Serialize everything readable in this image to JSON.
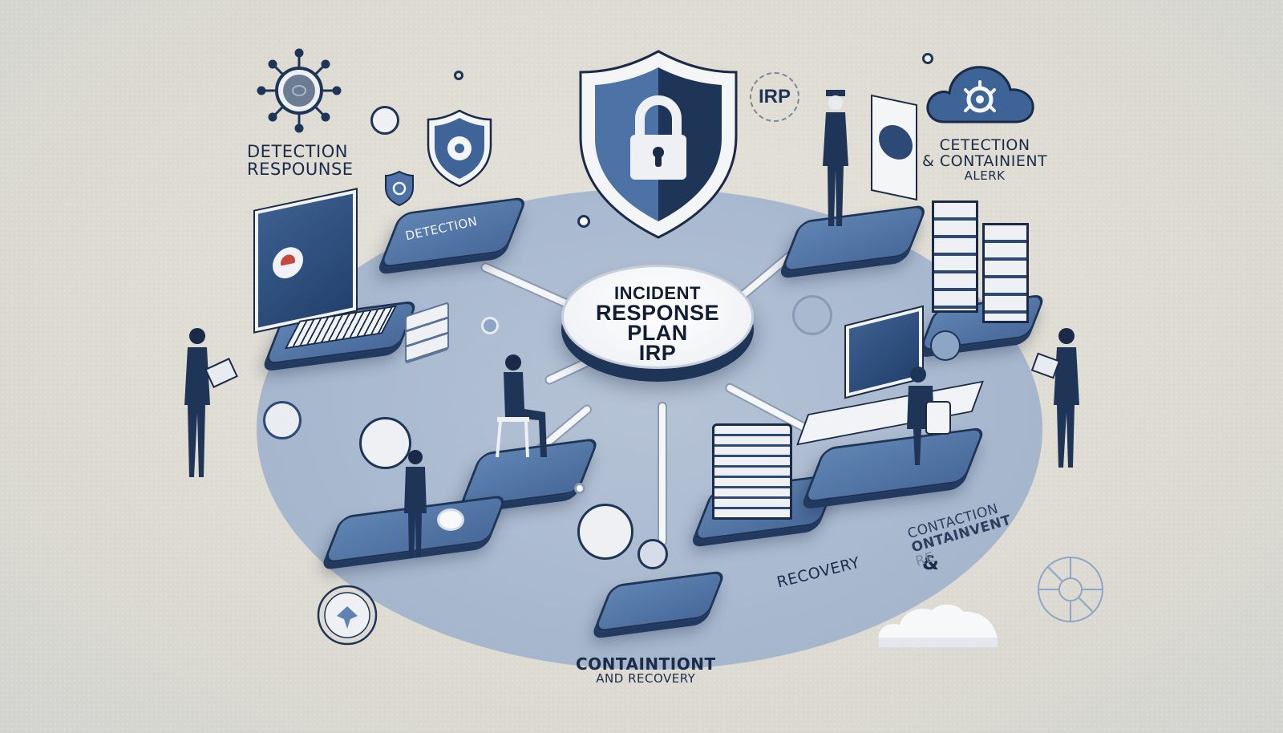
{
  "diagram": {
    "title": "Incident Response Plan (IRP) illustration",
    "central_hub": {
      "lines": [
        "INCIDENT",
        "RESPONSE",
        "PLAN",
        "IRP"
      ]
    },
    "labels": {
      "top_left": [
        "DETECTION",
        "RESPOUNSE"
      ],
      "top_right": [
        "CETECTION",
        "& CONTAINIENT",
        "ALERK"
      ],
      "irp_badge": "IRP",
      "detection_platform": "DETECTION",
      "bottom_center": [
        "CONTAINTIONT",
        "AND RECOVERY"
      ],
      "recovery": "RECOVERY",
      "bottom_right_ampersand": "&",
      "bottom_right": [
        "CONTACTION",
        "ONTAINVENT",
        "RE"
      ]
    },
    "icons": [
      "virus-network-icon",
      "shield-lock-icon",
      "shield-eye-icon",
      "cloud-bug-icon",
      "computer-monitor-icon",
      "server-rack-icon",
      "compass-icon",
      "cloud-icon",
      "target-icon"
    ],
    "colors": {
      "navy": "#1c2b4a",
      "platform_blue": "#4f74a6",
      "floor_blue": "#a9b9cf",
      "background": "#dedbd2",
      "white": "#f5f6f8"
    }
  }
}
